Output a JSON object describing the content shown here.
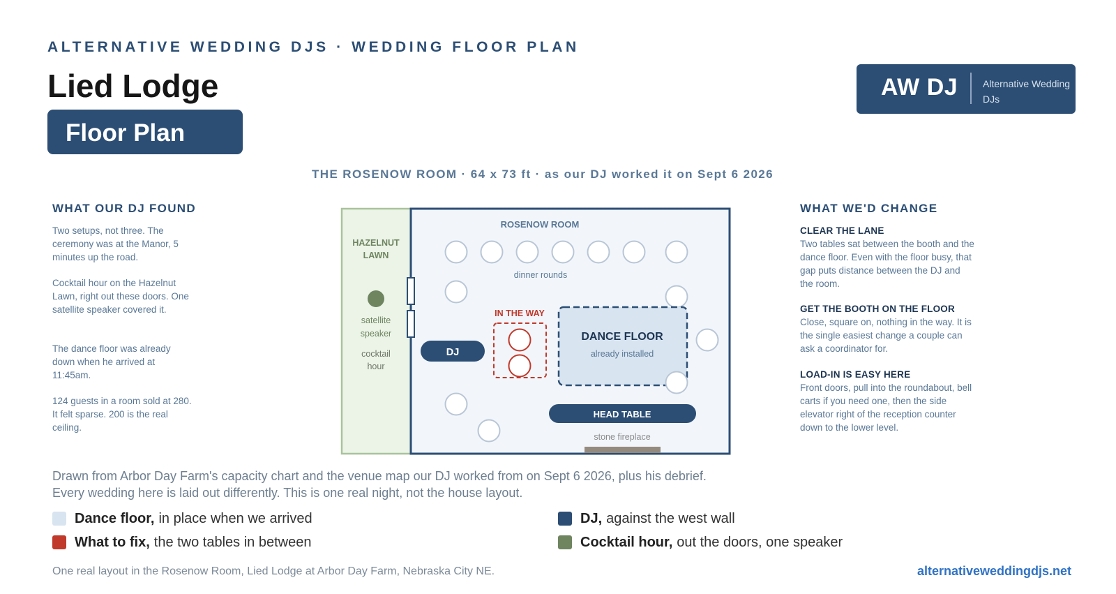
{
  "header": {
    "eyebrow": "ALTERNATIVE WEDDING DJS · WEDDING FLOOR PLAN",
    "venue": "Lied Lodge",
    "badge": "Floor Plan"
  },
  "logo": {
    "mark": "AW DJ",
    "text": "Alternative Wedding DJs"
  },
  "room_caption": "THE ROSENOW ROOM · 64 x 73 ft · as our DJ worked it on Sept 6 2026",
  "found": {
    "heading": "WHAT OUR DJ FOUND",
    "paragraphs": [
      "Two setups, not three. The ceremony was at the Manor, 5 minutes up the road.",
      "Cocktail hour on the Hazelnut Lawn, right out these doors. One satellite speaker covered it.",
      "The dance floor was already down when he arrived at 11:45am.",
      "124 guests in a room sold at 280. It felt sparse. 200 is the real ceiling."
    ]
  },
  "change": {
    "heading": "WHAT WE'D CHANGE",
    "items": [
      {
        "title": "CLEAR THE LANE",
        "body": "Two tables sat between the booth and the dance floor. Even with the floor busy, that gap puts distance between the DJ and the room."
      },
      {
        "title": "GET THE BOOTH ON THE FLOOR",
        "body": "Close, square on, nothing in the way. It is the single easiest change a couple can ask a coordinator for."
      },
      {
        "title": "LOAD-IN IS EASY HERE",
        "body": "Front doors, pull into the roundabout, bell carts if you need one, then the side elevator right of the reception counter down to the lower level."
      }
    ]
  },
  "plan": {
    "lawn_label_1": "HAZELNUT",
    "lawn_label_2": "LAWN",
    "speaker_label_1": "satellite",
    "speaker_label_2": "speaker",
    "cocktail_label_1": "cocktail",
    "cocktail_label_2": "hour",
    "room_label": "ROSENOW ROOM",
    "dinner_label": "dinner rounds",
    "in_the_way": "IN THE WAY",
    "dj": "DJ",
    "dance_floor": "DANCE FLOOR",
    "dance_floor_sub": "already installed",
    "head_table": "HEAD TABLE",
    "fireplace": "stone fireplace"
  },
  "colors": {
    "navy": "#2c4e74",
    "dance_floor": "#d8e4f0",
    "fix_red": "#c0392b",
    "cocktail_green": "#6e8560",
    "lawn_fill": "#ecf4e8",
    "room_fill": "#f2f6fb"
  },
  "notes": {
    "line1": "Drawn from Arbor Day Farm's capacity chart and the venue map our DJ worked from on Sept 6 2026, plus his debrief.",
    "line2": "Every wedding here is laid out differently. This is one real night, not the house layout."
  },
  "legend": [
    {
      "bold": "Dance floor,",
      "text": "in place when we arrived",
      "color": "#d8e4f0"
    },
    {
      "bold": "DJ,",
      "text": "against the west wall",
      "color": "#2c4e74"
    },
    {
      "bold": "What to fix,",
      "text": "the two tables in between",
      "color": "#c0392b"
    },
    {
      "bold": "Cocktail hour,",
      "text": "out the doors, one speaker",
      "color": "#6e8560"
    }
  ],
  "footer": {
    "text": "One real layout in the Rosenow Room, Lied Lodge at Arbor Day Farm, Nebraska City NE.",
    "link": "alternativeweddingdjs.net"
  }
}
